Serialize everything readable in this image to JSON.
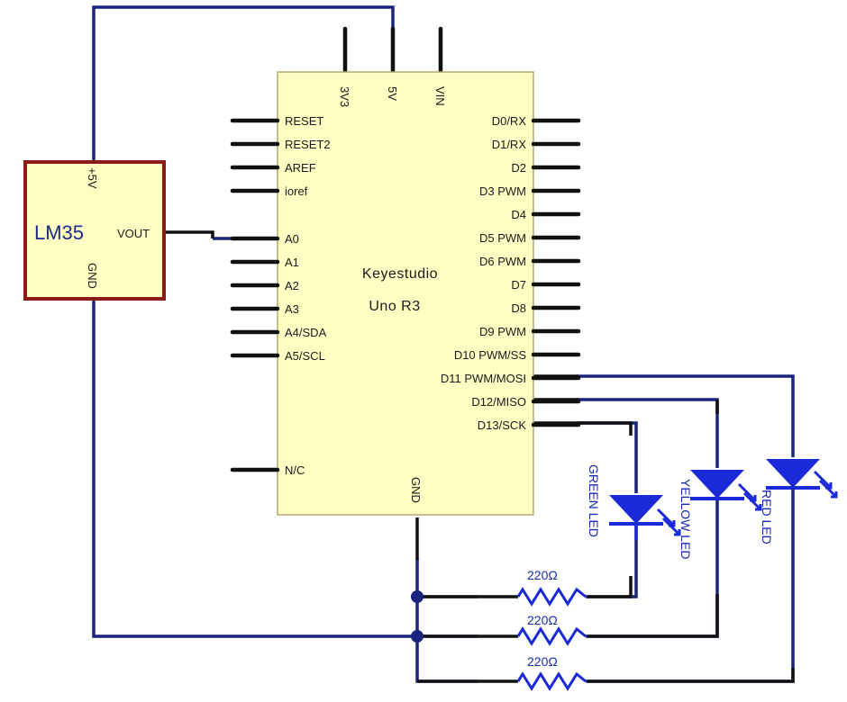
{
  "board": {
    "name_line1": "Keyestudio",
    "name_line2": "Uno R3",
    "top_pins": [
      "3V3",
      "5V",
      "VIN"
    ],
    "left_pins": [
      "RESET",
      "RESET2",
      "AREF",
      "ioref",
      "A0",
      "A1",
      "A2",
      "A3",
      "A4/SDA",
      "A5/SCL",
      "N/C"
    ],
    "right_pins": [
      "D0/RX",
      "D1/RX",
      "D2",
      "D3 PWM",
      "D4",
      "D5 PWM",
      "D6 PWM",
      "D7",
      "D8",
      "D9 PWM",
      "D10 PWM/SS",
      "D11 PWM/MOSI",
      "D12/MISO",
      "D13/SCK"
    ],
    "bottom_pin": "GND",
    "fill_color": "#ffffc4",
    "border_color": "#b8a870"
  },
  "sensor": {
    "name": "LM35",
    "pin_power": "+5V",
    "pin_out": "VOUT",
    "pin_gnd": "GND",
    "fill_color": "#ffffc4",
    "border_color": "#8b1a1a"
  },
  "leds": [
    {
      "label": "GREEN LED",
      "connects_to": "D13/SCK"
    },
    {
      "label": "YELLOW LED",
      "connects_to": "D12/MISO"
    },
    {
      "label": "RED LED",
      "connects_to": "D11 PWM/MOSI"
    }
  ],
  "resistors": [
    {
      "label": "220Ω"
    },
    {
      "label": "220Ω"
    },
    {
      "label": "220Ω"
    }
  ],
  "colors": {
    "wire": "#1a237e",
    "component": "#1a2ad8",
    "pin": "#111111"
  }
}
